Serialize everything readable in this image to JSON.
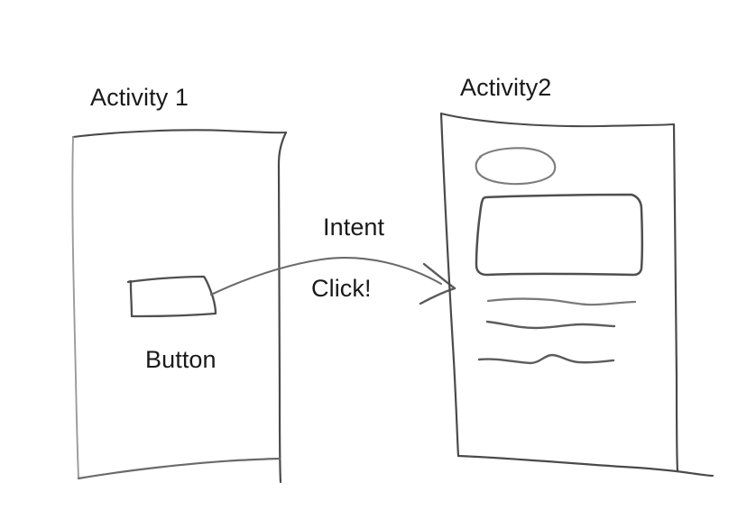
{
  "diagram": {
    "title_activity1": "Activity 1",
    "title_activity2": "Activity2",
    "label_intent": "Intent",
    "label_click": "Click!",
    "label_button": "Button",
    "style": {
      "background": "#ffffff",
      "ink": "#555555",
      "ink_dark": "#3f3f3f",
      "ink_light": "#8d8d8d",
      "text_color": "#1a1a1a"
    },
    "nodes": [
      {
        "name": "activity-1-screen",
        "label": "Activity 1",
        "shape": "hand-drawn-rectangle",
        "contains": [
          "Button"
        ]
      },
      {
        "name": "activity-2-screen",
        "label": "Activity2",
        "shape": "hand-drawn-rectangle",
        "contains": [
          "ellipse",
          "image-box",
          "text-line-1",
          "text-line-2",
          "text-line-3"
        ]
      }
    ],
    "connector": {
      "name": "intent-arrow",
      "from": "Button",
      "to": "Activity2",
      "labels": [
        "Intent",
        "Click!"
      ],
      "arrowhead": "right"
    }
  }
}
